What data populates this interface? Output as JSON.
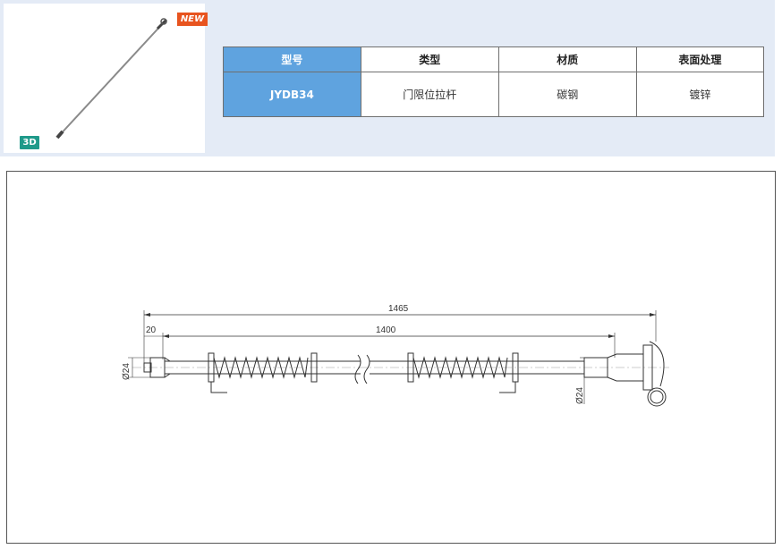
{
  "badges": {
    "new": "NEW",
    "three_d": "3D"
  },
  "table": {
    "headers": [
      "型号",
      "类型",
      "材质",
      "表面处理"
    ],
    "row": [
      "JYDB34",
      "门限位拉杆",
      "碳钢",
      "镀锌"
    ]
  },
  "drawing": {
    "dim_total": "1465",
    "dim_spring_span": "1400",
    "dim_offset": "20",
    "dim_dia_left": "Ø24",
    "dim_dia_right": "Ø24"
  },
  "colors": {
    "panel_bg": "#e4ebf6",
    "table_key_bg": "#5fa3df",
    "new_badge": "#e8541f",
    "badge_3d": "#1f9a8a"
  }
}
